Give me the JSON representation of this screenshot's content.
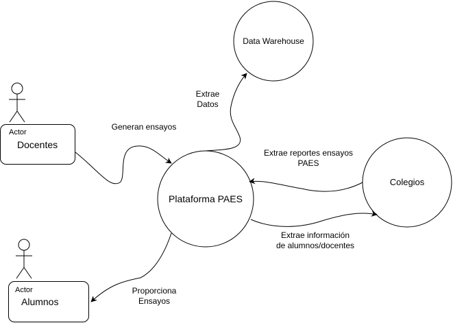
{
  "nodes": {
    "plataforma": "Plataforma PAES",
    "data_warehouse": "Data Warehouse",
    "colegios": "Colegios"
  },
  "actors": {
    "docentes": {
      "stereotype": "Actor",
      "name": "Docentes"
    },
    "alumnos": {
      "stereotype": "Actor",
      "name": "Alumnos"
    }
  },
  "flows": {
    "generan": "Generan ensayos",
    "extrae_datos": [
      "Extrae",
      "Datos"
    ],
    "extrae_reportes": [
      "Extrae reportes ensayos",
      "PAES"
    ],
    "extrae_info": [
      "Extrae información",
      "de alumnos/docentes"
    ],
    "proporciona": [
      "Proporciona",
      "Ensayos"
    ]
  },
  "colors": {
    "stroke": "#000000",
    "fill": "#ffffff"
  }
}
